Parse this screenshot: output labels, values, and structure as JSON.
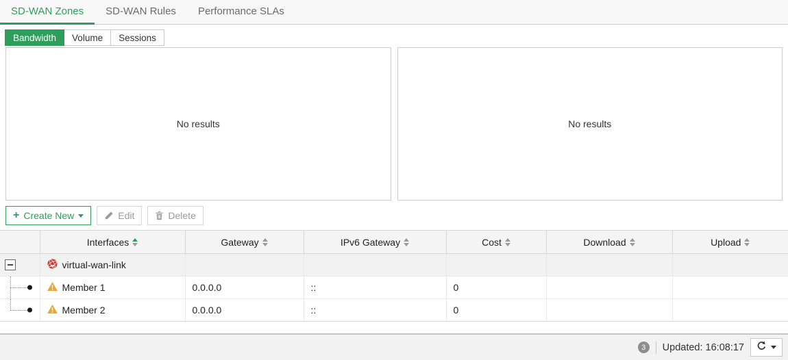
{
  "nav": {
    "tabs": [
      {
        "label": "SD-WAN Zones",
        "active": true
      },
      {
        "label": "SD-WAN Rules",
        "active": false
      },
      {
        "label": "Performance SLAs",
        "active": false
      }
    ]
  },
  "subtabs": {
    "items": [
      {
        "label": "Bandwidth",
        "active": true
      },
      {
        "label": "Volume",
        "active": false
      },
      {
        "label": "Sessions",
        "active": false
      }
    ]
  },
  "charts": {
    "left": {
      "empty_text": "No results"
    },
    "right": {
      "empty_text": "No results"
    }
  },
  "toolbar": {
    "create_new": {
      "label": "Create New"
    },
    "edit": {
      "label": "Edit"
    },
    "delete": {
      "label": "Delete"
    }
  },
  "table": {
    "columns": [
      {
        "label": "Interfaces",
        "sorted": "asc"
      },
      {
        "label": "Gateway",
        "sorted": "none"
      },
      {
        "label": "IPv6 Gateway",
        "sorted": "none"
      },
      {
        "label": "Cost",
        "sorted": "none"
      },
      {
        "label": "Download",
        "sorted": "none"
      },
      {
        "label": "Upload",
        "sorted": "none"
      }
    ],
    "rows": [
      {
        "type": "zone",
        "icon": "sd-wan-zone-icon",
        "name": "virtual-wan-link",
        "gateway": "",
        "ipv6_gateway": "",
        "cost": "",
        "download": "",
        "upload": ""
      },
      {
        "type": "member",
        "icon": "warning-icon",
        "name": "Member 1",
        "gateway": "0.0.0.0",
        "ipv6_gateway": "::",
        "cost": "0",
        "download": "",
        "upload": ""
      },
      {
        "type": "member",
        "icon": "warning-icon",
        "name": "Member 2",
        "gateway": "0.0.0.0",
        "ipv6_gateway": "::",
        "cost": "0",
        "download": "",
        "upload": ""
      }
    ]
  },
  "footer": {
    "badge_count": "3",
    "updated_text": "Updated: 16:08:17"
  },
  "icons": {
    "plus": "+"
  },
  "colors": {
    "accent_green": "#2e9e5b",
    "warning_orange": "#efa536",
    "zone_red": "#c63b34",
    "footer_bg": "#f2f2f2"
  }
}
